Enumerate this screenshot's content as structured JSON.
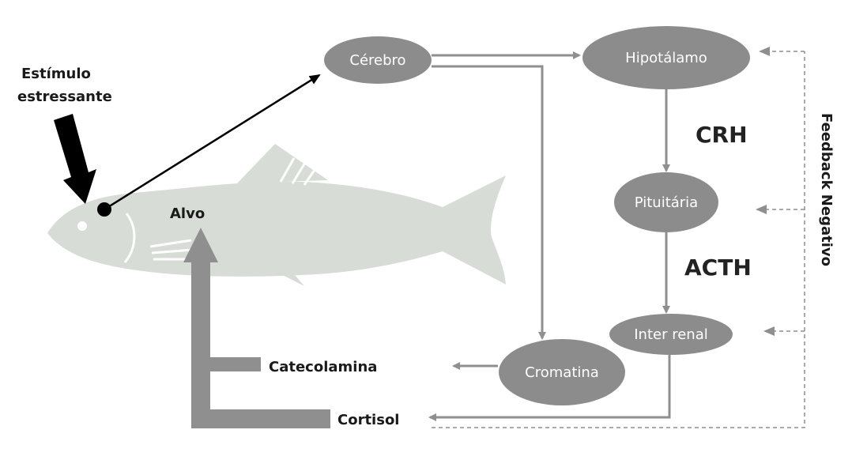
{
  "stimulus": {
    "line1": "Estímulo",
    "line2": "estressante"
  },
  "target": "Alvo",
  "nodes": {
    "cerebro": "Cérebro",
    "hipotalamo": "Hipotálamo",
    "pituitaria": "Pituitária",
    "inter_renal": "Inter renal",
    "cromatina": "Cromatina"
  },
  "hormones": {
    "crh": "CRH",
    "acth": "ACTH"
  },
  "outputs": {
    "catecolamina": "Catecolamina",
    "cortisol": "Cortisol"
  },
  "feedback": "Feedback Negativo",
  "colors": {
    "node_fill": "#8c8c8c",
    "arrow_gray": "#8f8f8f",
    "fish": "#d7dcd7",
    "black": "#000000"
  }
}
